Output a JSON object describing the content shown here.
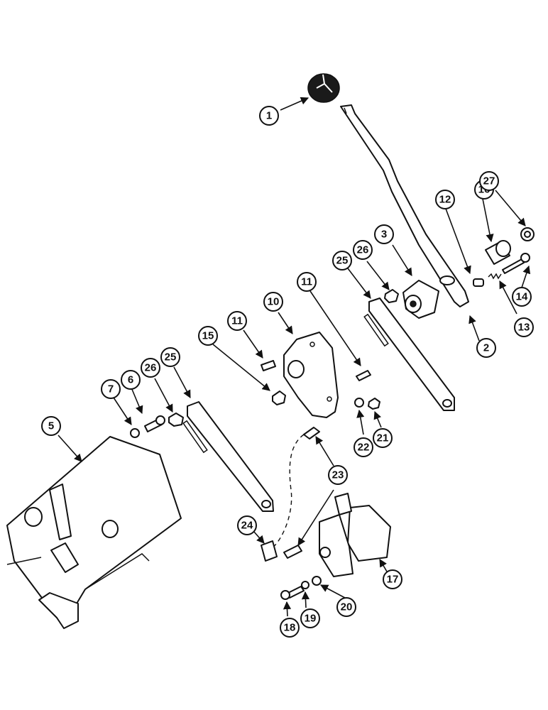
{
  "callouts": [
    "1",
    "2",
    "3",
    "5",
    "6",
    "7",
    "10",
    "11",
    "11",
    "12",
    "13",
    "14",
    "15",
    "16",
    "17",
    "18",
    "19",
    "20",
    "21",
    "22",
    "23",
    "23",
    "24",
    "25",
    "25",
    "26",
    "26",
    "27"
  ],
  "colors": {
    "ink": "#111111",
    "background": "#ffffff"
  }
}
